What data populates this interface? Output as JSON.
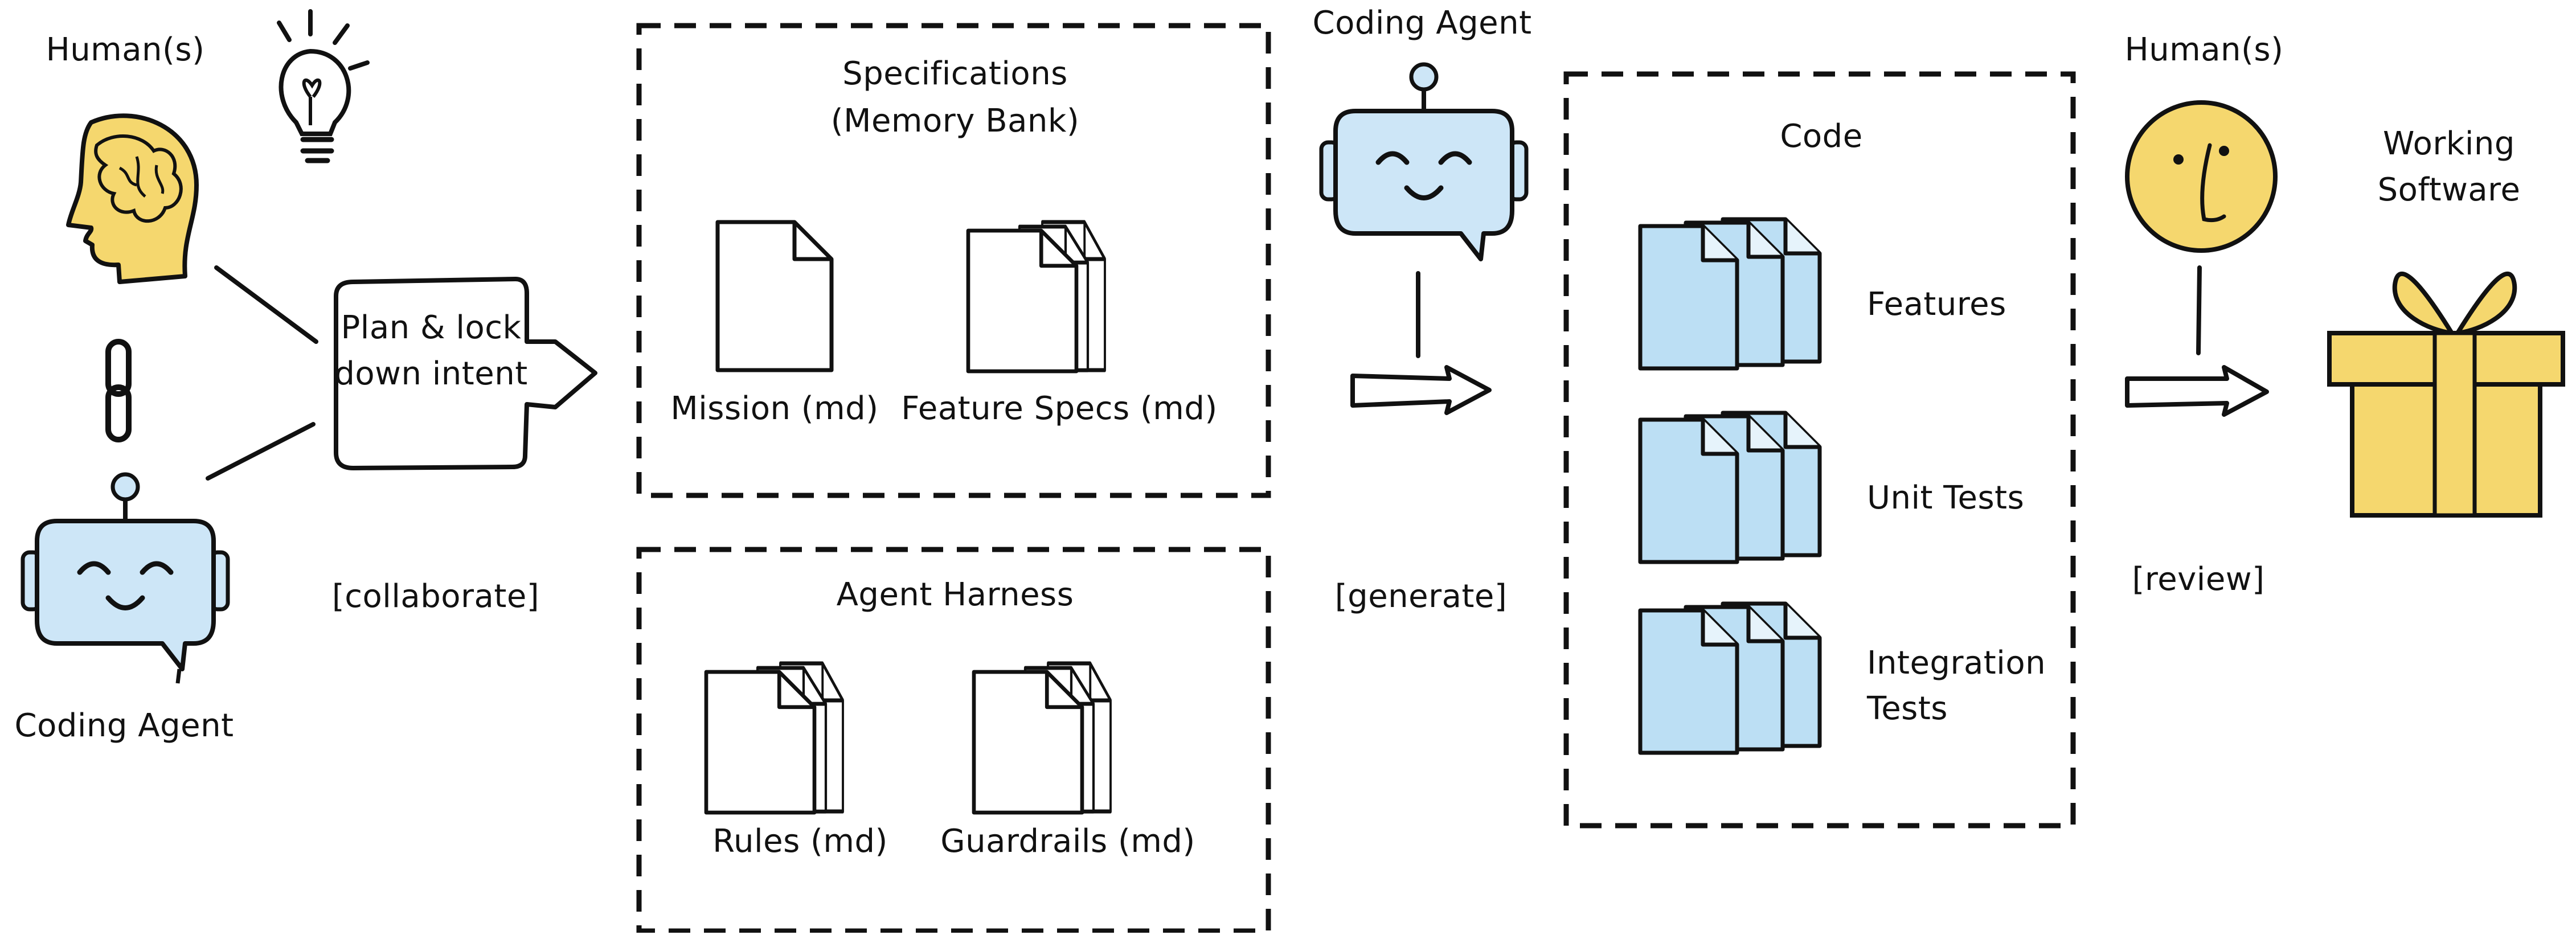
{
  "left": {
    "human_label": "Human(s)",
    "agent_label": "Coding Agent",
    "plan_text": "Plan & lock down intent",
    "plan_line1": "Plan & lock",
    "plan_line2": "down intent",
    "collaborate": "[collaborate]"
  },
  "specifications": {
    "title_line1": "Specifications",
    "title_line2": "(Memory Bank)",
    "docs": [
      "Mission (md)",
      "Feature Specs (md)"
    ]
  },
  "harness": {
    "title": "Agent Harness",
    "docs": [
      "Rules (md)",
      "Guardrails (md)"
    ]
  },
  "middle": {
    "agent_label": "Coding Agent",
    "generate": "[generate]"
  },
  "code": {
    "title": "Code",
    "items": [
      "Features",
      "Unit Tests",
      "Integration",
      "Tests"
    ]
  },
  "right": {
    "human_label": "Human(s)",
    "review": "[review]",
    "output_line1": "Working",
    "output_line2": "Software"
  },
  "colors": {
    "ink": "#111111",
    "yellow": "#f5d76e",
    "robot_blue": "#cde6f7",
    "doc_blue": "#b9dcf2",
    "doc_blue_dark": "#7fb9e0"
  }
}
